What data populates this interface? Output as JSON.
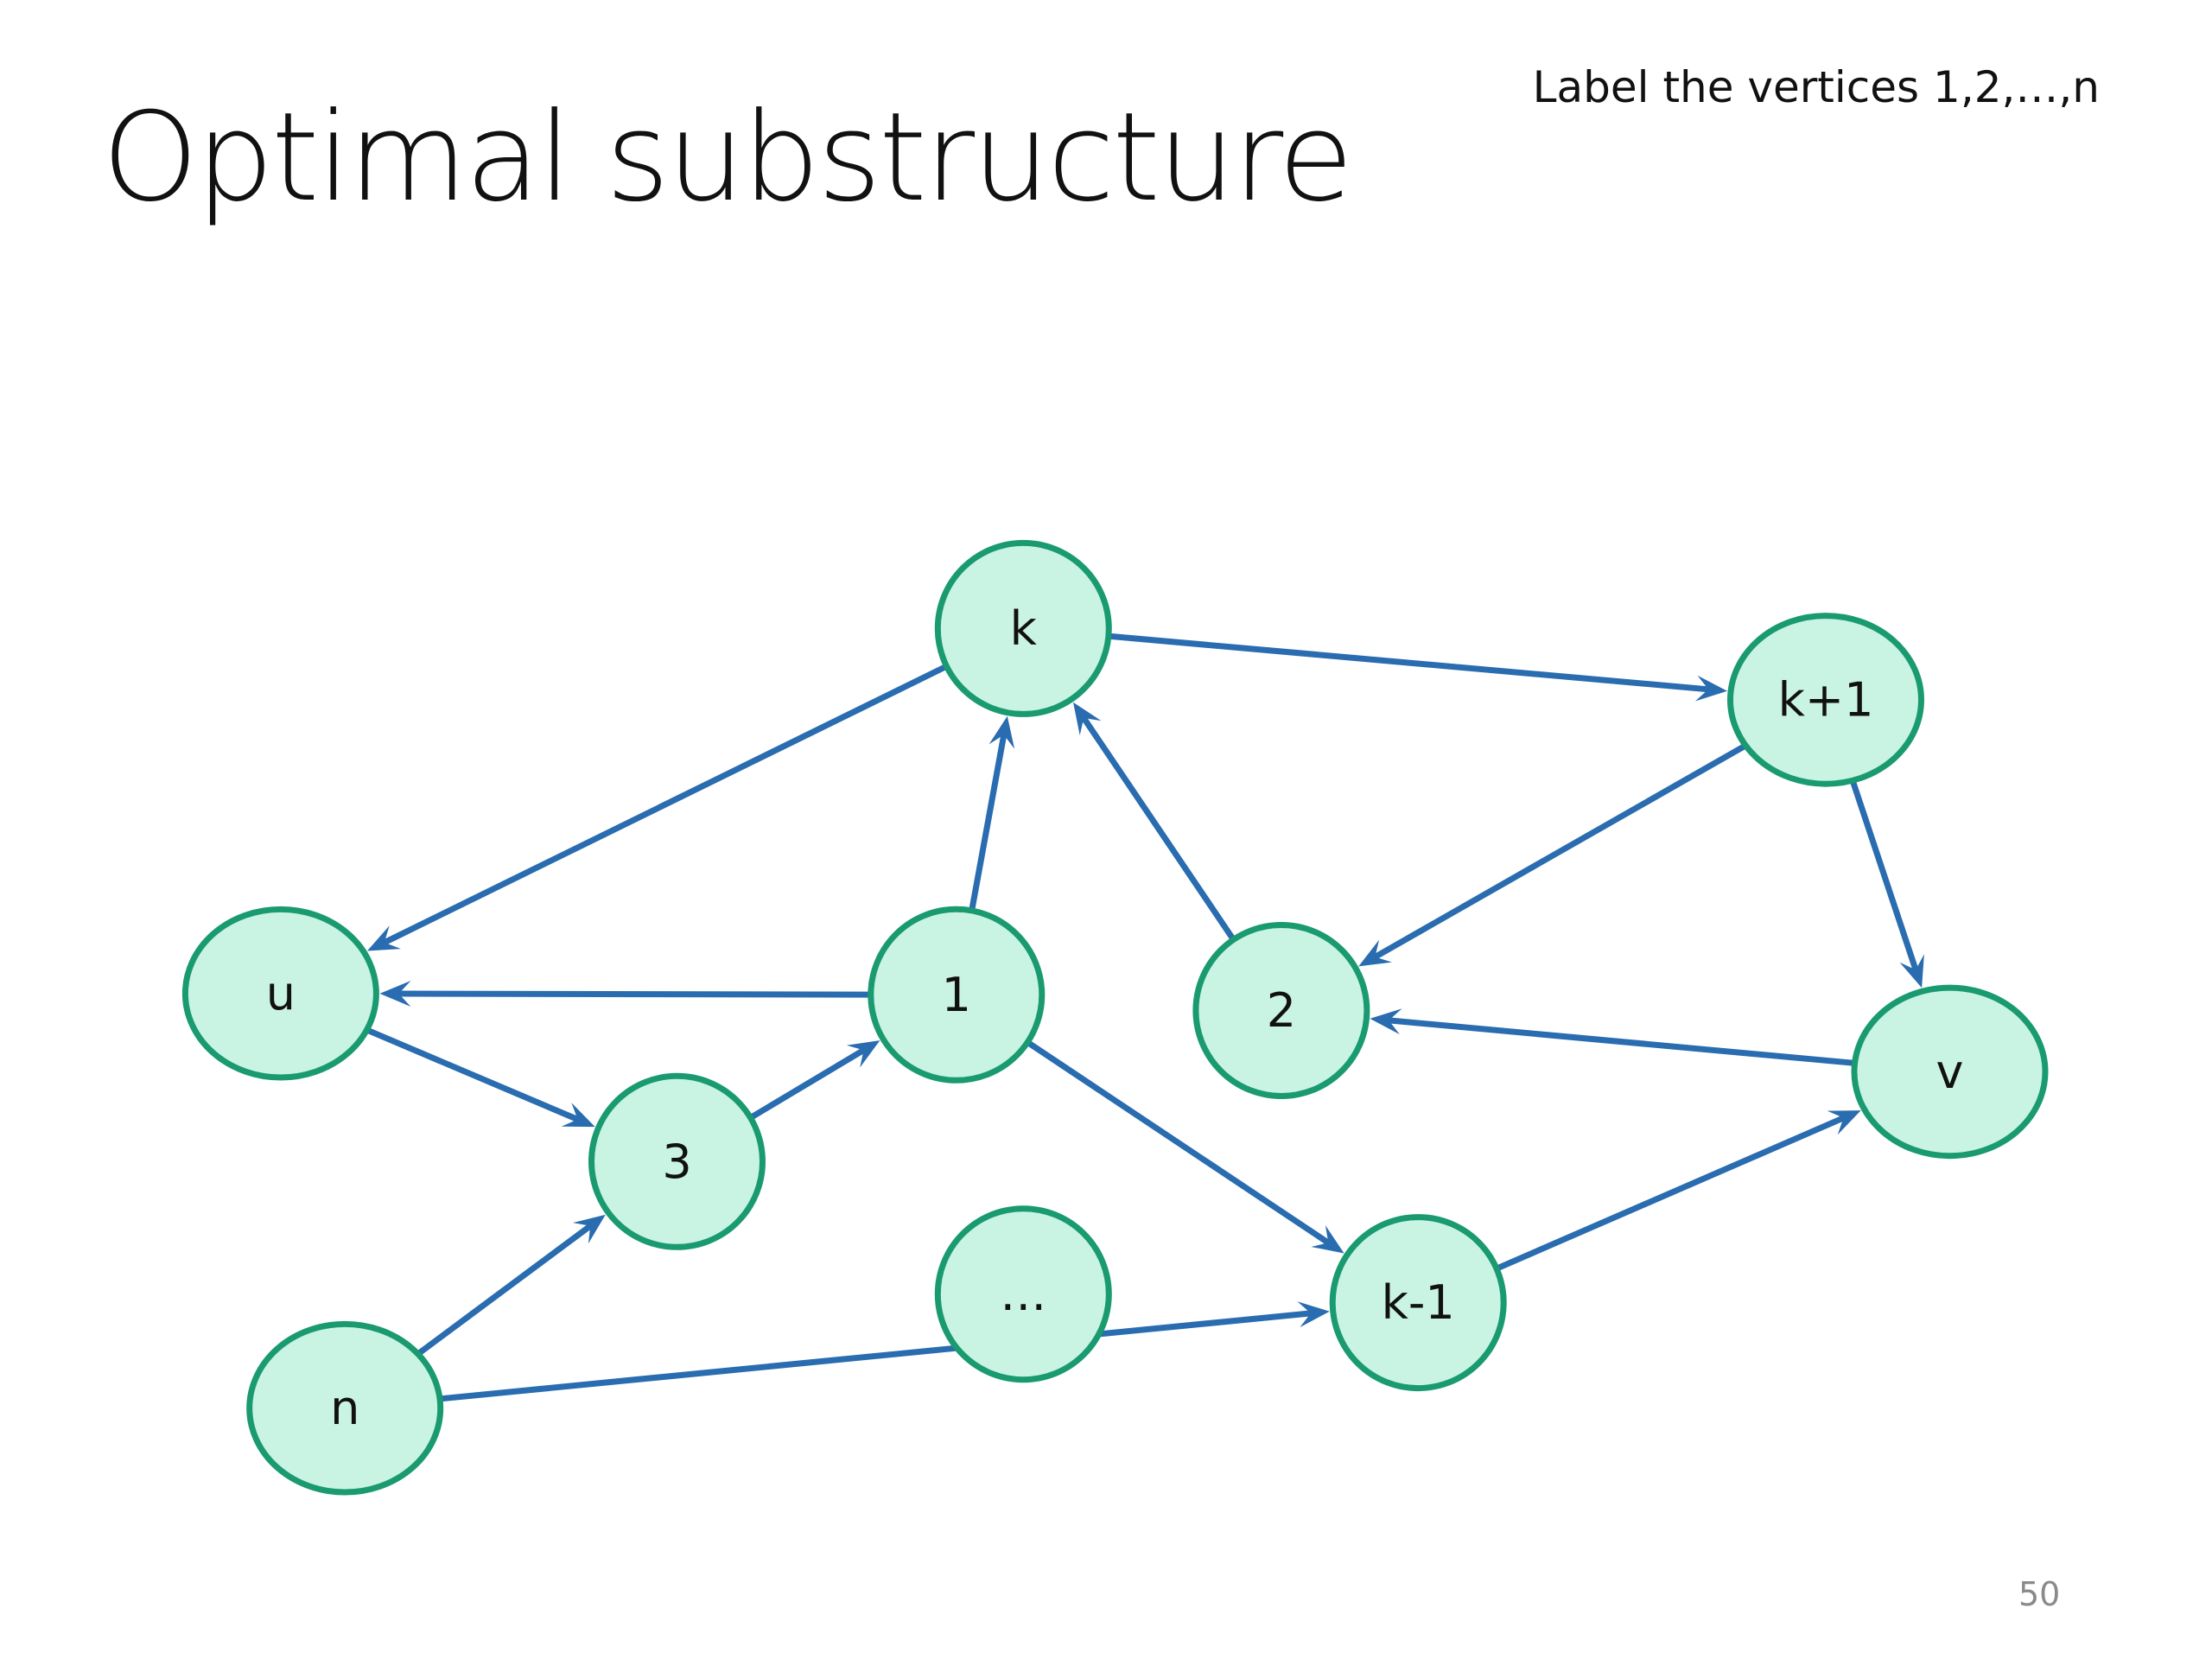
{
  "slide": {
    "title": "Optimal substructure",
    "note": "Label the vertices 1,2,…,n",
    "page_number": "50"
  },
  "colors": {
    "node_fill": "#c9f3e3",
    "node_stroke": "#1a9a70",
    "edge": "#2a6cb0",
    "text": "#111111",
    "page_number": "#8a8a8a"
  },
  "graph": {
    "directed": true,
    "nodes": [
      {
        "id": "k",
        "label": "k"
      },
      {
        "id": "kp1",
        "label": "k+1"
      },
      {
        "id": "u",
        "label": "u"
      },
      {
        "id": "one",
        "label": "1"
      },
      {
        "id": "two",
        "label": "2"
      },
      {
        "id": "v",
        "label": "v"
      },
      {
        "id": "three",
        "label": "3"
      },
      {
        "id": "dots",
        "label": "…"
      },
      {
        "id": "km1",
        "label": "k-1"
      },
      {
        "id": "n",
        "label": "n"
      }
    ],
    "edges": [
      {
        "from": "k",
        "to": "kp1"
      },
      {
        "from": "k",
        "to": "u"
      },
      {
        "from": "one",
        "to": "k"
      },
      {
        "from": "two",
        "to": "k"
      },
      {
        "from": "kp1",
        "to": "two"
      },
      {
        "from": "kp1",
        "to": "v"
      },
      {
        "from": "one",
        "to": "u"
      },
      {
        "from": "v",
        "to": "two"
      },
      {
        "from": "u",
        "to": "three"
      },
      {
        "from": "three",
        "to": "one"
      },
      {
        "from": "one",
        "to": "km1"
      },
      {
        "from": "km1",
        "to": "v"
      },
      {
        "from": "n",
        "to": "three"
      },
      {
        "from": "n",
        "to": "km1"
      }
    ]
  }
}
